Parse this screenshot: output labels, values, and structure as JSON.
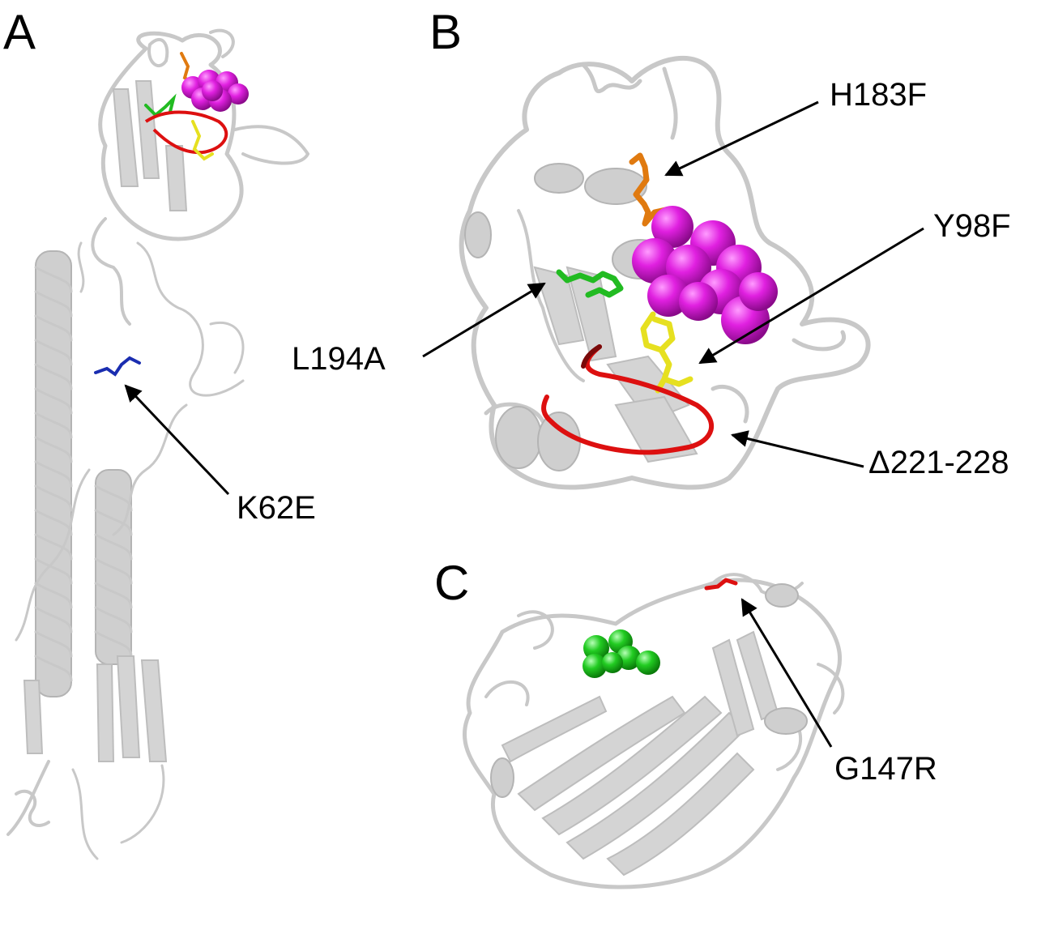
{
  "panels": [
    {
      "letter": "A",
      "labels": [
        "K62E"
      ]
    },
    {
      "letter": "B",
      "labels": [
        "H183F",
        "Y98F",
        "L194A",
        "Δ221-228"
      ]
    },
    {
      "letter": "C",
      "labels": [
        "G147R"
      ]
    }
  ],
  "colors": {
    "protein": "#c8c8c8",
    "ligand_magenta": "#e020e0",
    "ligand_green": "#22cc22",
    "residue_orange": "#e07a10",
    "residue_green": "#22bb22",
    "residue_yellow": "#e6e020",
    "residue_blue": "#1a2db0",
    "loop_red": "#dd1010",
    "residue_red": "#dd1010"
  }
}
